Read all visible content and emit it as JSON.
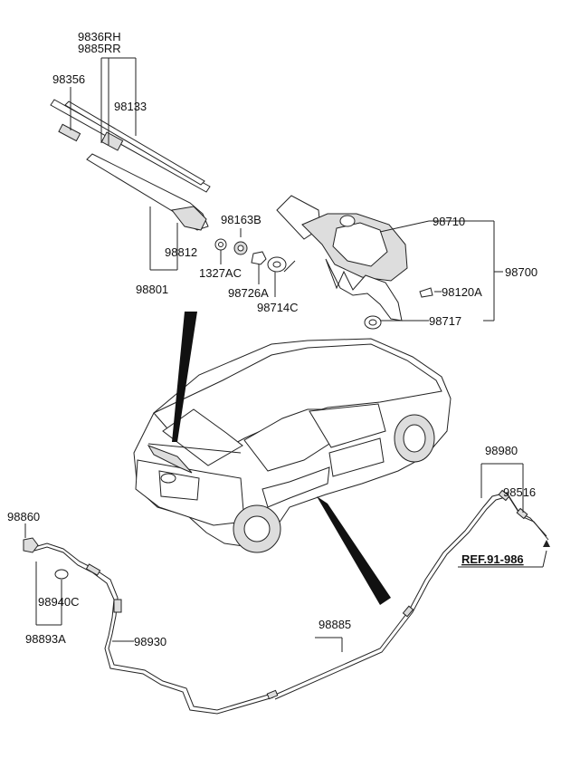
{
  "parts": {
    "p9836RH": "9836RH",
    "p9885RR": "9885RR",
    "p98356": "98356",
    "p98133": "98133",
    "p98163B": "98163B",
    "p98812": "98812",
    "p1327AC": "1327AC",
    "p98801": "98801",
    "p98726A": "98726A",
    "p98714C": "98714C",
    "p98710": "98710",
    "p98700": "98700",
    "p98120A": "98120A",
    "p98717": "98717",
    "p98980": "98980",
    "p98516": "98516",
    "p98860": "98860",
    "p98940C": "98940C",
    "p98893A": "98893A",
    "p98930": "98930",
    "p98885": "98885"
  },
  "ref_label": "REF.91-986"
}
